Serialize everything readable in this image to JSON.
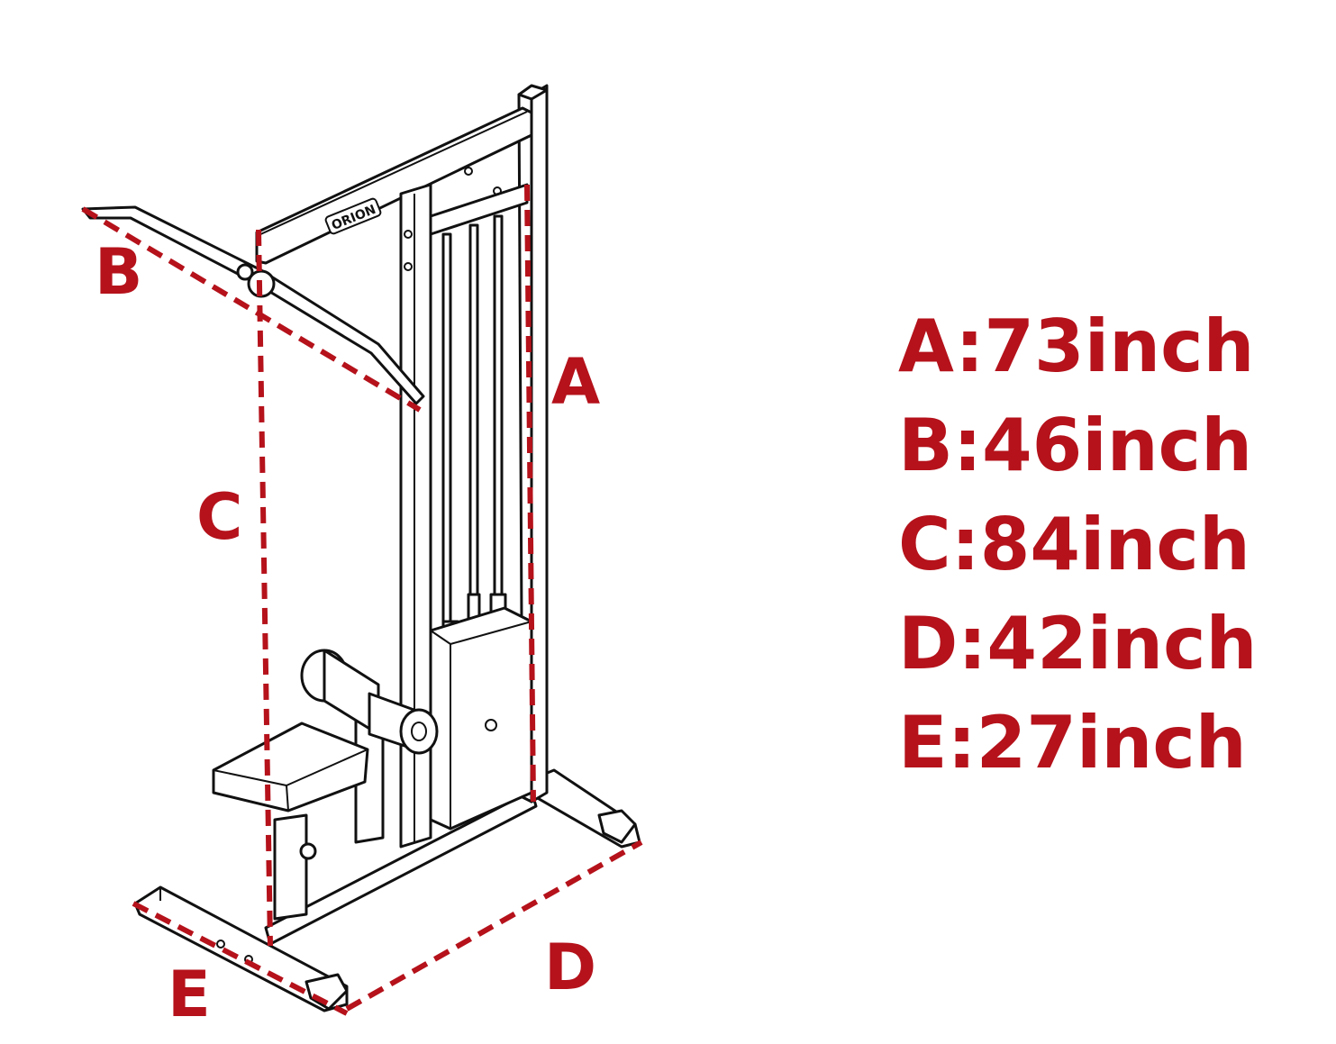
{
  "brand_logo": "ORION",
  "colors": {
    "accent": "#b5121b",
    "line": "#111111"
  },
  "labels": {
    "a": "A",
    "b": "B",
    "c": "C",
    "d": "D",
    "e": "E"
  },
  "specs": [
    {
      "label": "A",
      "text": "A:73inch"
    },
    {
      "label": "B",
      "text": "B:46inch"
    },
    {
      "label": "C",
      "text": "C:84inch"
    },
    {
      "label": "D",
      "text": "D:42inch"
    },
    {
      "label": "E",
      "text": "E:27inch"
    }
  ]
}
